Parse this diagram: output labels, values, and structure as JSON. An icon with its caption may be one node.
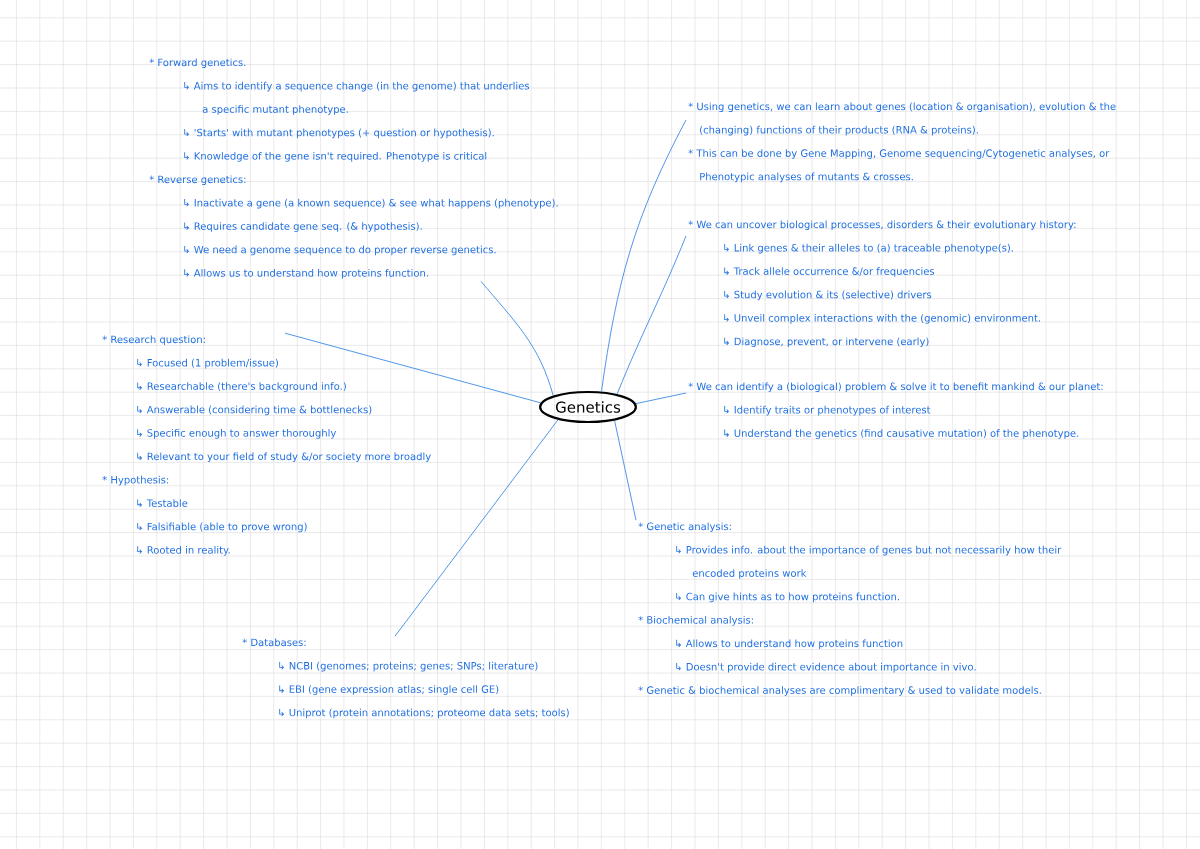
{
  "diagram": {
    "nodes": [
      {
        "text": [
          "Genetics"
        ]
      },
      {
        "text": [
          "* Forward genetics.",
          "↳ Aims to identify a sequence change (in the genome) that underlies a specific mutant phenotype.",
          "↳ 'Starts' with mutant phenotypes (+ question or hypothesis).",
          "↳ Knowledge of the gene isn't required. Phenotype is critical",
          "* Reverse genetics:",
          "↳ Inactivate a gene (a known sequence) & see what happens (phenotype).",
          "↳ Requires candidate gene seq. (& hypothesis).",
          "↳ We need a genome sequence to do proper reverse genetics.",
          "↳ Allows us to understand how proteins function."
        ]
      },
      {
        "text": [
          "* Using genetics, we can learn about genes (location & organisation), evolution & the (changing) functions of their products (RNA & proteins).",
          "* This can be done by Gene Mapping, Genome sequencing/Cytogenetic analyses, or Phenotypic analyses of mutants & crosses."
        ]
      },
      {
        "text": [
          "* We can uncover biological processes, disorders & their evolutionary history:",
          "↳ Link genes & their alleles to (a) traceable phenotype(s).",
          "↳ Track allele occurrence &/or frequencies",
          "↳ Study evolution & its (selective) drivers",
          "↳ Unveil complex interactions with the (genomic) environment.",
          "↳ Diagnose, prevent, or intervene (early)"
        ]
      },
      {
        "text": [
          "* Research question:",
          "↳ Focused (1 problem/issue)",
          "↳ Researchable (there's background info.)",
          "↳ Answerable (considering time & bottlenecks)",
          "↳ Specific enough to answer thoroughly",
          "↳ Relevant to your field of study &/or society more broadly",
          "* Hypothesis:",
          "↳ Testable",
          "↳ Falsifiable (able to prove wrong)",
          "↳ Rooted in reality."
        ]
      },
      {
        "text": [
          "* We can identify a (biological) problem & solve it to benefit mankind & our planet:",
          "↳ Identify traits or phenotypes of interest",
          "↳ Understand the genetics (find causative mutation) of the phenotype."
        ]
      },
      {
        "text": [
          "* Genetic analysis:",
          "↳ Provides info. about the importance of genes but not necessarily how their encoded proteins work",
          "↳ Can give hints as to how proteins function.",
          "* Biochemical analysis:",
          "↳ Allows to understand how proteins function",
          "↳ Doesn't provide direct evidence about importance in vivo.",
          "* Genetic & biochemical analyses are complimentary & used to validate models."
        ]
      },
      {
        "text": [
          "* Databases:",
          "↳ NCBI (genomes; proteins; genes; SNPs; literature)",
          "↳ EBI (gene expression atlas; single cell GE)",
          "↳ Uniprot (protein annotations; proteome data sets; tools)"
        ]
      }
    ],
    "edges": [
      {
        "from": 0,
        "to": 1,
        "arrow": "none"
      },
      {
        "from": 0,
        "to": 2,
        "arrow": "none"
      },
      {
        "from": 0,
        "to": 3,
        "arrow": "none"
      },
      {
        "from": 0,
        "to": 4,
        "arrow": "none"
      },
      {
        "from": 0,
        "to": 5,
        "arrow": "none"
      },
      {
        "from": 0,
        "to": 6,
        "arrow": "none"
      },
      {
        "from": 0,
        "to": 7,
        "arrow": "none"
      }
    ]
  }
}
